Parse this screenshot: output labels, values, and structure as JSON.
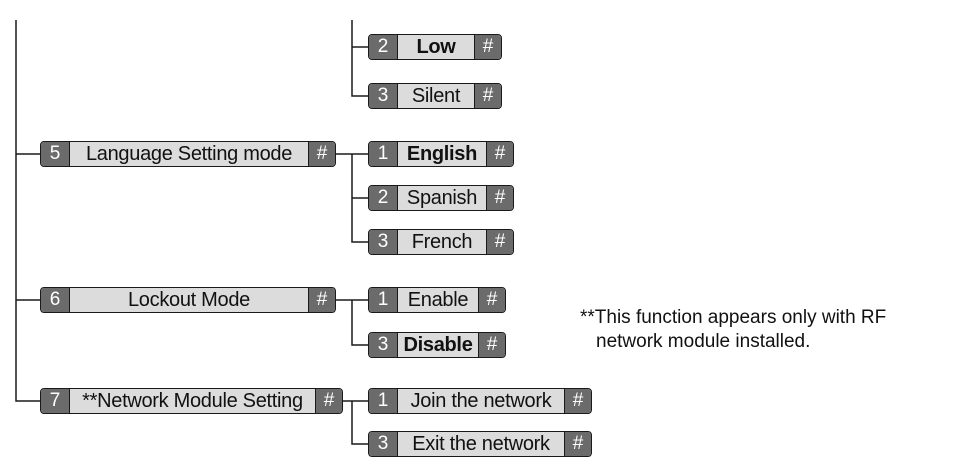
{
  "diagram": {
    "hash_symbol": "#",
    "menu": [
      {
        "id": "mode5",
        "num": "5",
        "label": "Language Setting mode",
        "bold": false
      },
      {
        "id": "mode6",
        "num": "6",
        "label": "Lockout Mode",
        "bold": false
      },
      {
        "id": "mode7",
        "num": "7",
        "label": "**Network Module Setting",
        "bold": false
      }
    ],
    "options": [
      {
        "id": "vol-low",
        "num": "2",
        "label": "Low",
        "bold": true
      },
      {
        "id": "vol-silent",
        "num": "3",
        "label": "Silent",
        "bold": false
      },
      {
        "id": "lang-english",
        "num": "1",
        "label": "English",
        "bold": true
      },
      {
        "id": "lang-spanish",
        "num": "2",
        "label": "Spanish",
        "bold": false
      },
      {
        "id": "lang-french",
        "num": "3",
        "label": "French",
        "bold": false
      },
      {
        "id": "lock-enable",
        "num": "1",
        "label": "Enable",
        "bold": false
      },
      {
        "id": "lock-disable",
        "num": "3",
        "label": "Disable",
        "bold": true
      },
      {
        "id": "net-join",
        "num": "1",
        "label": "Join the network",
        "bold": false
      },
      {
        "id": "net-exit",
        "num": "3",
        "label": "Exit the network",
        "bold": false
      }
    ],
    "note_line1": "**This function appears only with RF",
    "note_line2": "network module installed.",
    "colors": {
      "box_fill": "#dcdcdc",
      "tag_fill": "#6b6b6b",
      "line": "#1a1a1a"
    }
  }
}
